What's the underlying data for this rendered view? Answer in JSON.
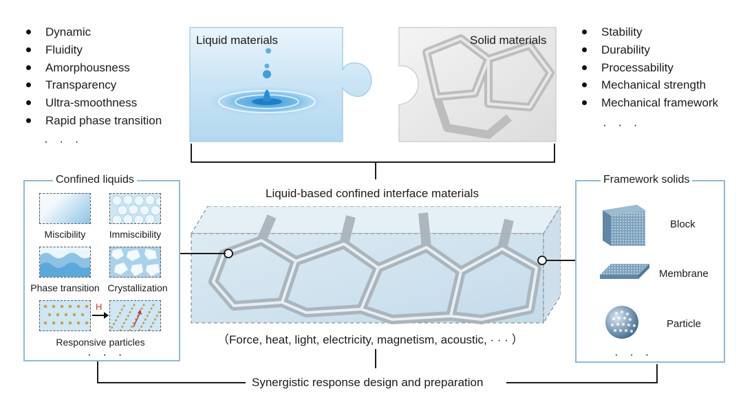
{
  "liquid_properties": [
    "Dynamic",
    "Fluidity",
    "Amorphousness",
    "Transparency",
    "Ultra-smoothness",
    "Rapid phase transition"
  ],
  "solid_properties": [
    "Stability",
    "Durability",
    "Processability",
    "Mechanical strength",
    "Mechanical framework"
  ],
  "ellipsis": "· · ·",
  "puzzle": {
    "liquid_label": "Liquid materials",
    "solid_label": "Solid materials"
  },
  "center": {
    "title": "Liquid-based confined interface materials",
    "stimuli": "（Force, heat, light, electricity, magnetism, acoustic, · · · ）",
    "bottom": "Synergistic response design and preparation"
  },
  "confined_liquids": {
    "title": "Confined liquids",
    "items": [
      "Miscibility",
      "Immiscibility",
      "Phase transition",
      "Crystallization",
      "Responsive particles"
    ],
    "field_label": "H"
  },
  "framework_solids": {
    "title": "Framework solids",
    "items": [
      "Block",
      "Membrane",
      "Particle"
    ]
  },
  "colors": {
    "panel_border": "#8fbad0",
    "liquid_blue": "#5aa9da",
    "solid_gray": "#c8c8c8"
  }
}
